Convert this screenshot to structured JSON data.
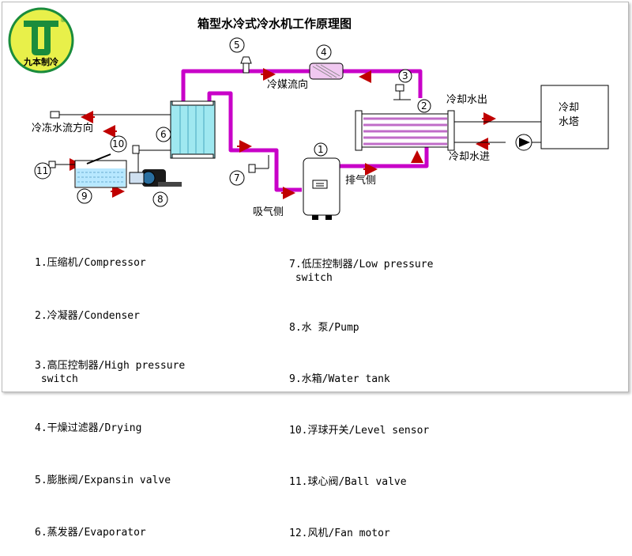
{
  "title": "箱型水冷式冷水机工作原理图",
  "logo": {
    "text": "九本制冷",
    "mark": "®"
  },
  "labels": {
    "refrigerant_flow": "冷媒流向",
    "chilled_water_flow": "冷冻水流方向",
    "cooling_water_out": "冷却水出",
    "cooling_water_in": "冷却水进",
    "cooling_tower": "冷却\n水塔",
    "discharge_side": "排气侧",
    "suction_side": "吸气侧"
  },
  "markers": [
    "1",
    "2",
    "3",
    "4",
    "5",
    "6",
    "7",
    "8",
    "9",
    "10",
    "11"
  ],
  "legend_left": [
    "1.压缩机/Compressor",
    "2.冷凝器/Condenser",
    "3.高压控制器/High pressure\n switch",
    "4.干燥过滤器/Drying",
    "5.膨胀阀/Expansin valve",
    "6.蒸发器/Evaporator"
  ],
  "legend_right": [
    "7.低压控制器/Low pressure\n switch",
    "8.水 泵/Pump",
    "9.水箱/Water tank",
    "10.浮球开关/Level sensor",
    "11.球心阀/Ball valve",
    "12.风机/Fan motor"
  ],
  "colors": {
    "pipe": "#c800c8",
    "arrow": "#c00000",
    "logo": "#1a8c3c",
    "logo_bg": "#e8f04a",
    "coil": "#c06cc8",
    "evap": "#9fe8f0"
  }
}
